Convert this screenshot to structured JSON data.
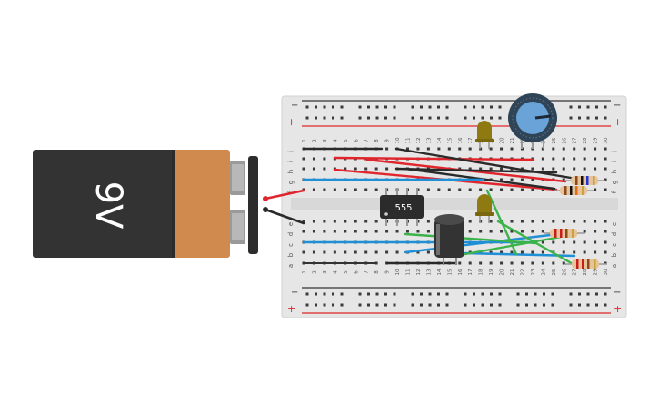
{
  "battery": {
    "label": "9V"
  },
  "ic": {
    "label": "555"
  },
  "breadboard": {
    "row_letters_top": [
      "j",
      "i",
      "h",
      "g",
      "f"
    ],
    "row_letters_bottom": [
      "e",
      "d",
      "c",
      "b",
      "a"
    ],
    "column_numbers": [
      "1",
      "2",
      "3",
      "4",
      "5",
      "6",
      "7",
      "8",
      "9",
      "10",
      "11",
      "12",
      "13",
      "14",
      "15",
      "16",
      "17",
      "18",
      "19",
      "20",
      "21",
      "22",
      "23",
      "24",
      "25",
      "26",
      "27",
      "28",
      "29",
      "30"
    ],
    "rail_minus": "−",
    "rail_plus": "+"
  },
  "colors": {
    "battery_body": "#333333",
    "battery_cap": "#d18a4e",
    "wire_red": "#e0262c",
    "wire_blue": "#1f8fd6",
    "wire_black": "#2a2a2a",
    "wire_green": "#3bb34a",
    "led": "#8f7a12",
    "pot": "#6aa3d8",
    "breadboard": "#e6e6e6"
  }
}
